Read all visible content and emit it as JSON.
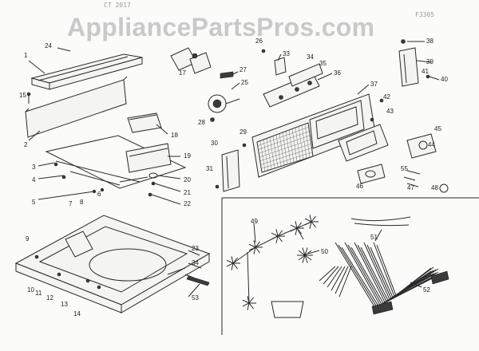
{
  "watermark": "AppliancePartsPros.com",
  "ref_top": "CT 2017",
  "ref_right": "F3305",
  "callouts": [
    "24",
    "1",
    "15",
    "2",
    "3",
    "4",
    "5",
    "7",
    "8",
    "6",
    "17",
    "18",
    "19",
    "20",
    "21",
    "22",
    "26",
    "33",
    "27",
    "25",
    "28",
    "29",
    "30",
    "31",
    "34",
    "35",
    "36",
    "37",
    "42",
    "38",
    "39",
    "41",
    "40",
    "43",
    "45",
    "44",
    "46",
    "47",
    "55",
    "48",
    "49",
    "51",
    "50",
    "52",
    "9",
    "10",
    "11",
    "12",
    "13",
    "14",
    "23",
    "34",
    "53"
  ]
}
